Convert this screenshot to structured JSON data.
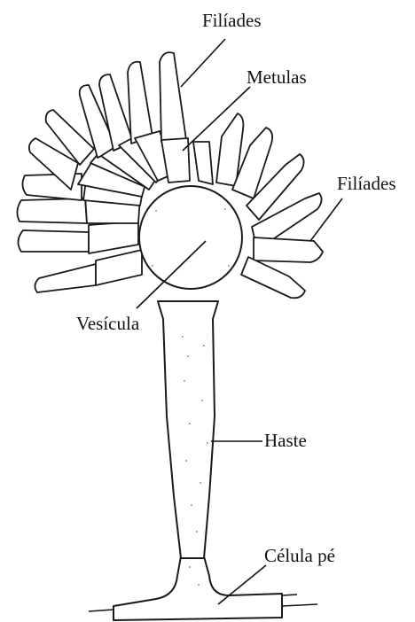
{
  "labels": {
    "filiades_top": "Filíades",
    "metulas": "Metulas",
    "filiades_right": "Filíades",
    "vesicula": "Vesícula",
    "haste": "Haste",
    "celula_pe": "Célula pé"
  }
}
